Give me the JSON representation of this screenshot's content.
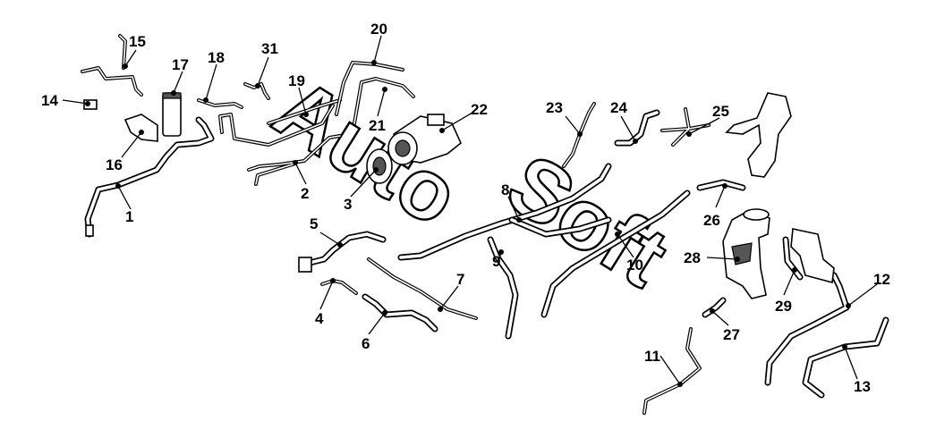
{
  "watermark": {
    "word1": "Auto",
    "word2": "Soft"
  },
  "callouts": [
    {
      "id": "c1",
      "label": "1"
    },
    {
      "id": "c2",
      "label": "2"
    },
    {
      "id": "c3",
      "label": "3"
    },
    {
      "id": "c4",
      "label": "4"
    },
    {
      "id": "c5",
      "label": "5"
    },
    {
      "id": "c6",
      "label": "6"
    },
    {
      "id": "c7",
      "label": "7"
    },
    {
      "id": "c8",
      "label": "8"
    },
    {
      "id": "c9",
      "label": "9"
    },
    {
      "id": "c10",
      "label": "10"
    },
    {
      "id": "c11",
      "label": "11"
    },
    {
      "id": "c12",
      "label": "12"
    },
    {
      "id": "c13",
      "label": "13"
    },
    {
      "id": "c14",
      "label": "14"
    },
    {
      "id": "c15",
      "label": "15"
    },
    {
      "id": "c16",
      "label": "16"
    },
    {
      "id": "c17",
      "label": "17"
    },
    {
      "id": "c18",
      "label": "18"
    },
    {
      "id": "c19",
      "label": "19"
    },
    {
      "id": "c20",
      "label": "20"
    },
    {
      "id": "c21",
      "label": "21"
    },
    {
      "id": "c22",
      "label": "22"
    },
    {
      "id": "c23",
      "label": "23"
    },
    {
      "id": "c24",
      "label": "24"
    },
    {
      "id": "c25",
      "label": "25"
    },
    {
      "id": "c26",
      "label": "26"
    },
    {
      "id": "c27",
      "label": "27"
    },
    {
      "id": "c28",
      "label": "28"
    },
    {
      "id": "c29",
      "label": "29"
    },
    {
      "id": "c31",
      "label": "31"
    }
  ]
}
